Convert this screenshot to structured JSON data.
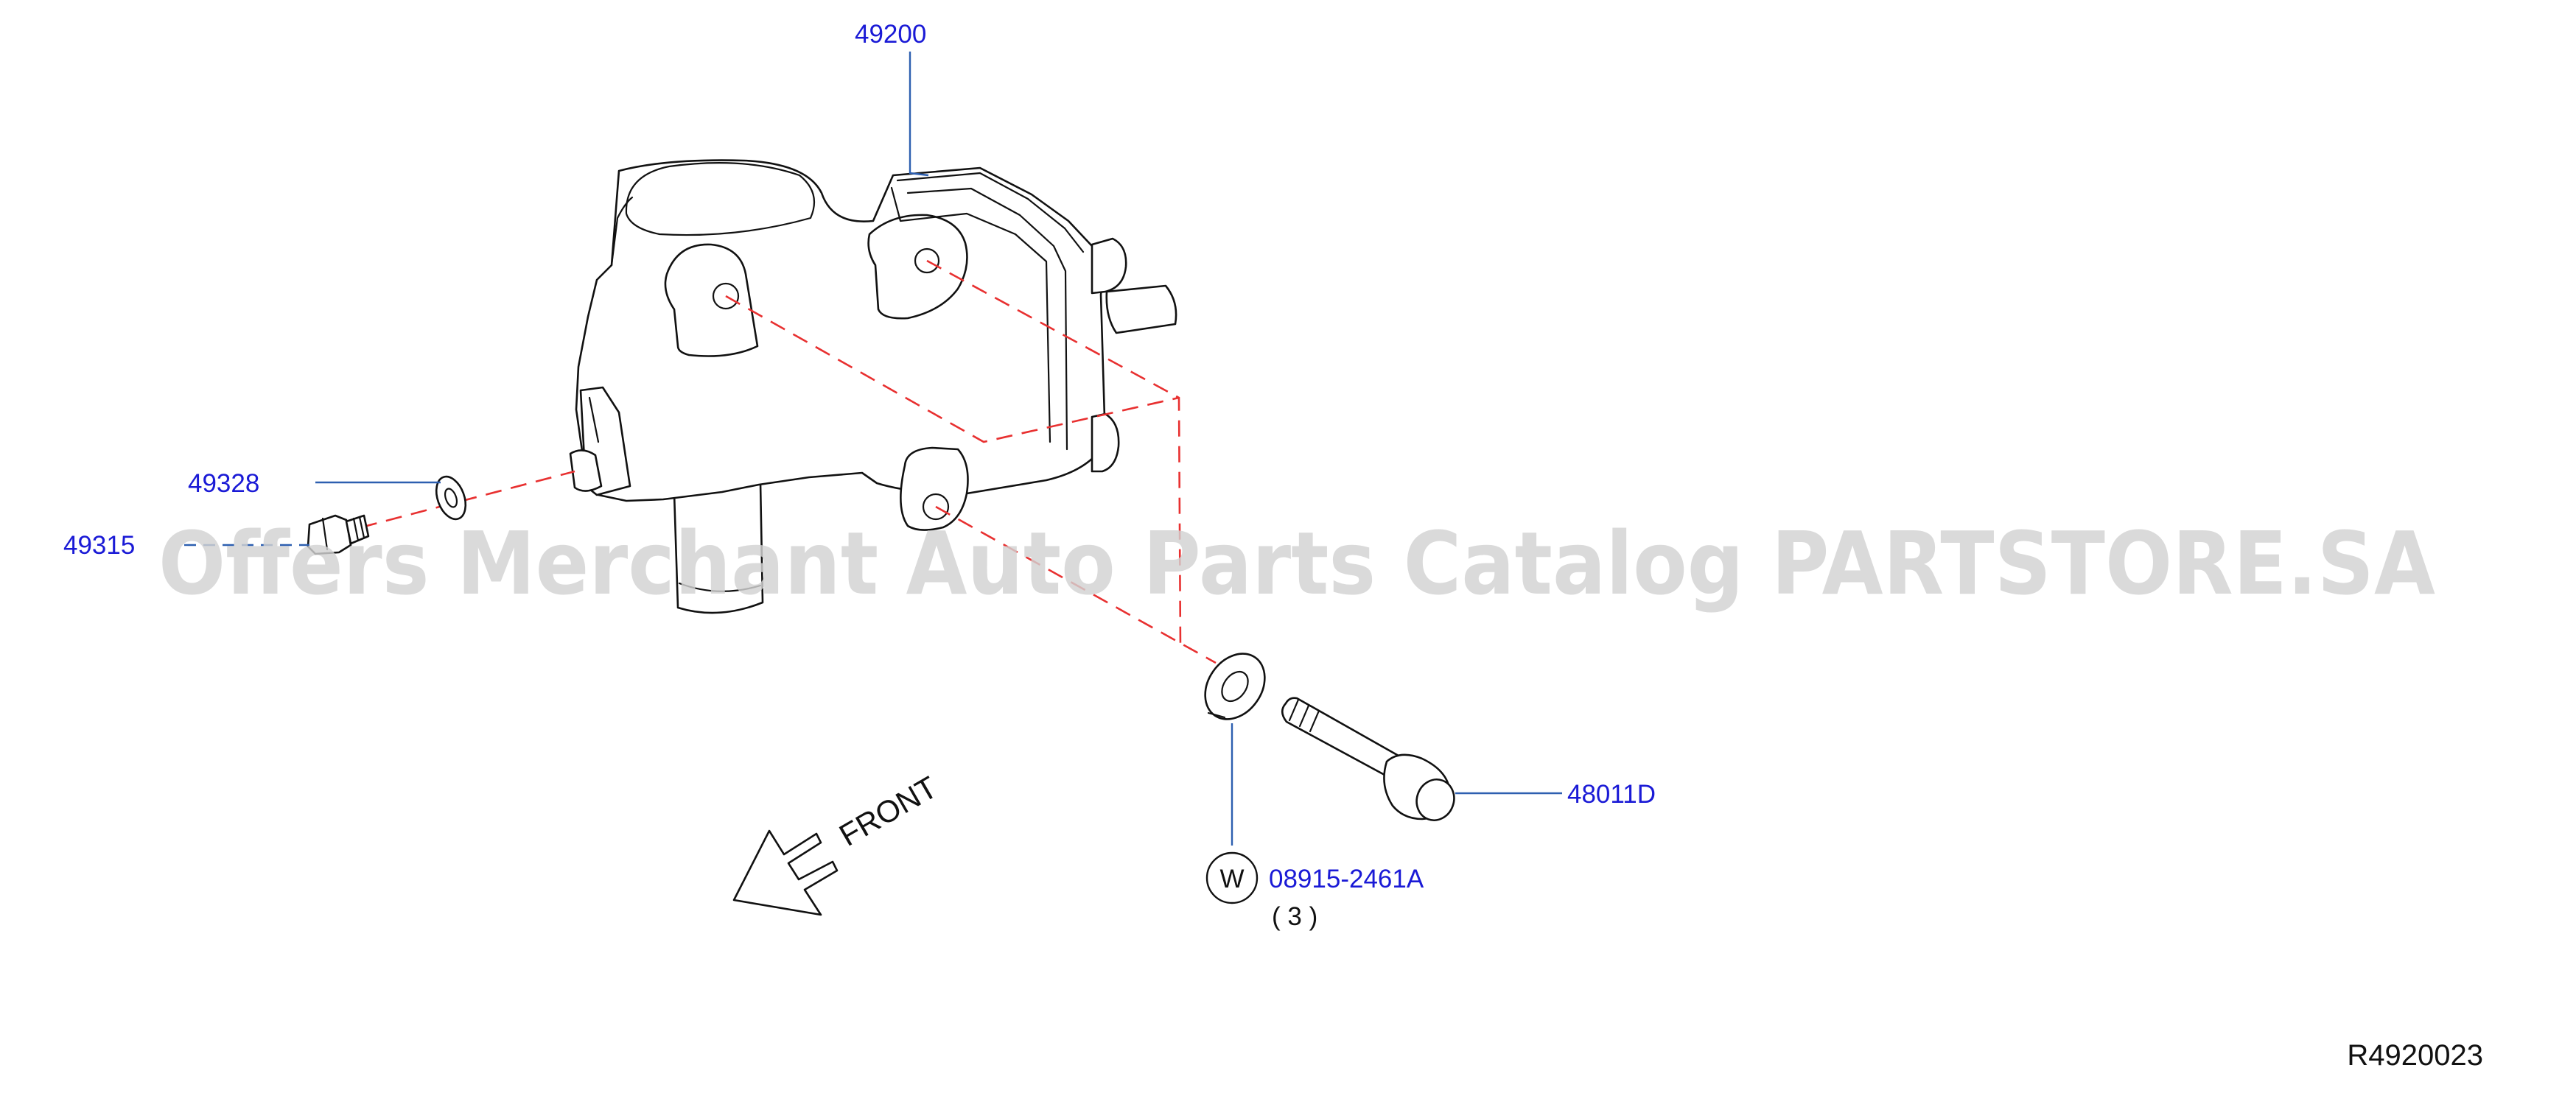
{
  "diagram": {
    "callouts": {
      "p49200": "49200",
      "p49328": "49328",
      "p49315": "49315",
      "p48011d": "48011D",
      "p08915": "08915-2461A",
      "p08915_qty": "( 3 )",
      "w_symbol": "W"
    },
    "front_label": "FRONT",
    "reference_code": "R4920023",
    "watermark": "Offers Merchant Auto Parts Catalog PARTSTORE.SA"
  },
  "colors": {
    "callout_text": "#1a1ad6",
    "leader_line": "#2d5fb0",
    "dashed_line": "#e83030",
    "outline": "#111111",
    "watermark": "#d2d2d2"
  }
}
